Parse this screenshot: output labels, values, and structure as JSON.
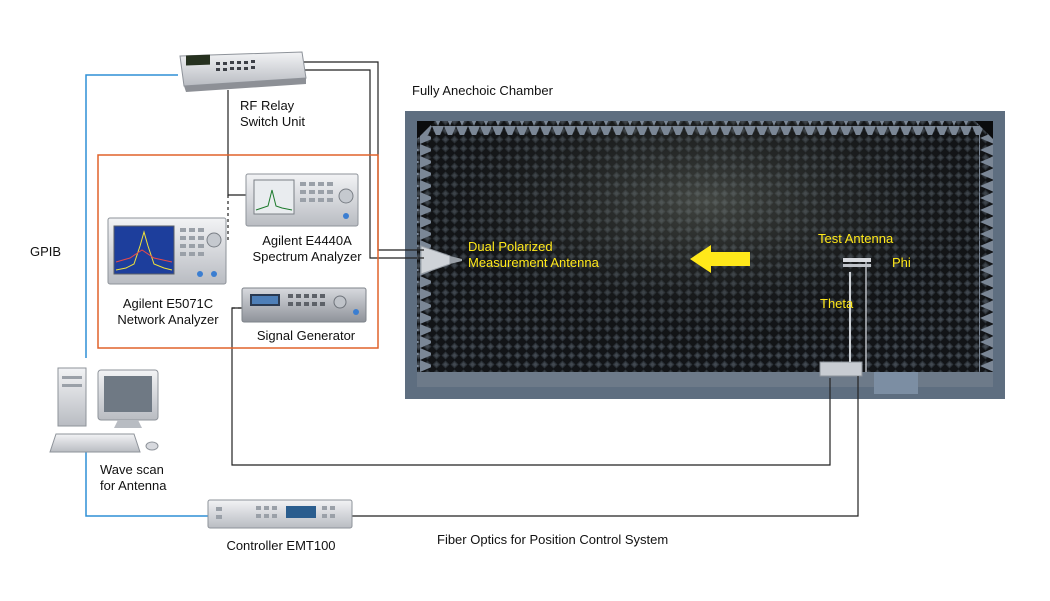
{
  "labels": {
    "rf_relay_line1": "RF Relay",
    "rf_relay_line2": "Switch Unit",
    "chamber": "Fully Anechoic Chamber",
    "gpib": "GPIB",
    "spectrum_line1": "Agilent E4440A",
    "spectrum_line2": "Spectrum Analyzer",
    "network_line1": "Agilent E5071C",
    "network_line2": "Network Analyzer",
    "signal_generator": "Signal Generator",
    "pc_line1": "Wave scan",
    "pc_line2": "for Antenna",
    "controller": "Controller EMT100",
    "fiber": "Fiber Optics for Position Control System",
    "meas_line1": "Dual Polarized",
    "meas_line2": "Measurement Antenna",
    "test_antenna": "Test Antenna",
    "phi": "Phi",
    "theta": "Theta"
  },
  "colors": {
    "gpib_line": "#2f8fd6",
    "instrument_group_border": "#e0622a",
    "chamber_frame": "#5e6e80",
    "chamber_label_text": "#ffe81a",
    "arrow": "#ffe81a"
  }
}
